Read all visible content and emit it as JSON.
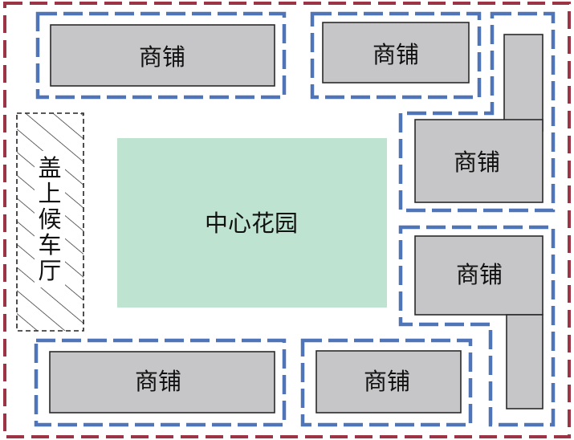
{
  "diagram": {
    "labels": {
      "shop": "商铺",
      "garden": "中心花园",
      "waiting_hall": [
        "盖",
        "上",
        "候",
        "车",
        "厅"
      ]
    },
    "colors": {
      "outer_boundary": "#9b3545",
      "zone_boundary": "#4f74b8",
      "shop_fill": "#c6c6c8",
      "shop_stroke": "#2a2a2a",
      "garden_fill": "#bfe3d1",
      "hatch": "#222222"
    }
  }
}
